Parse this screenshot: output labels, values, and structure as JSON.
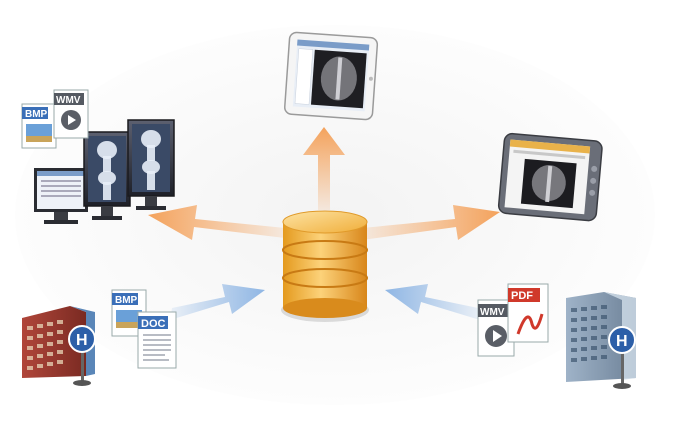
{
  "labels": {
    "bmp": "BMP",
    "wmv": "WMV",
    "doc": "DOC",
    "pdf": "PDF",
    "hospital": "H"
  },
  "colors": {
    "outgoing_arrow": "#f4a25c",
    "incoming_arrow": "#8fb6e4",
    "database": "#f2b43c",
    "bmp_label": "#3a6fb8",
    "wmv_label": "#555a62",
    "doc_label": "#3a6fb8",
    "pdf_label": "#d0392b",
    "hospital_sign": "#2c5fa8"
  },
  "icons": [
    "database-icon",
    "tablet-icon",
    "mobile-device-icon",
    "workstation-monitors-icon",
    "hospital-building-icon",
    "document-file-icon"
  ]
}
